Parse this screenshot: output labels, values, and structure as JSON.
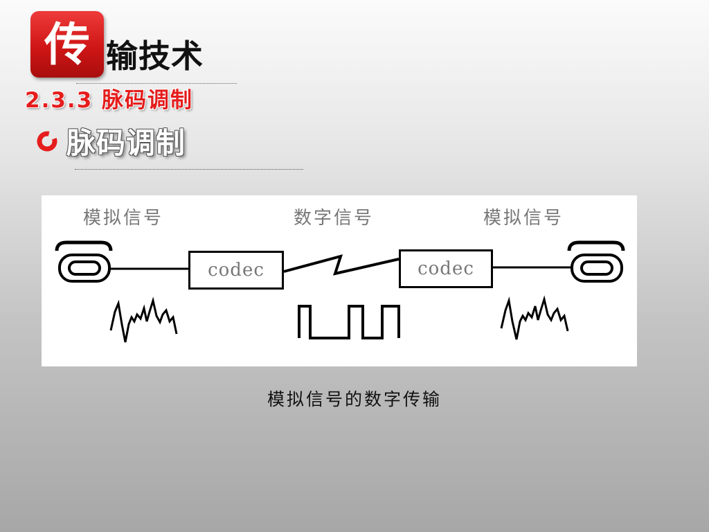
{
  "header": {
    "logo_char": "传",
    "logo_rest": "输技术",
    "section": "2.3.3 脉码调制",
    "heading": "脉码调制"
  },
  "diagram": {
    "labels": [
      "模拟信号",
      "数字信号",
      "模拟信号"
    ],
    "codec_left": "codec",
    "codec_right": "codec"
  },
  "caption": "模拟信号的数字传输",
  "colors": {
    "accent_red": "#e51d1d",
    "logo_red": "#d01616",
    "label_gray": "#777777"
  },
  "icons": [
    "telephone-icon",
    "analog-wave-icon",
    "square-wave-icon",
    "ring-bullet-icon"
  ]
}
